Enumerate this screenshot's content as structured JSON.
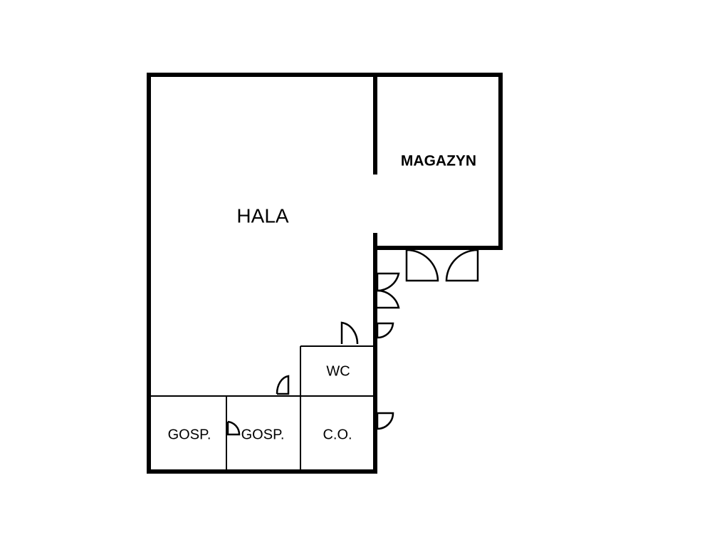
{
  "rooms": {
    "hala": "HALA",
    "magazyn": "MAGAZYN",
    "wc": "WC",
    "gosp_1": "GOSP.",
    "gosp_2": "GOSP.",
    "co": "C.O."
  }
}
